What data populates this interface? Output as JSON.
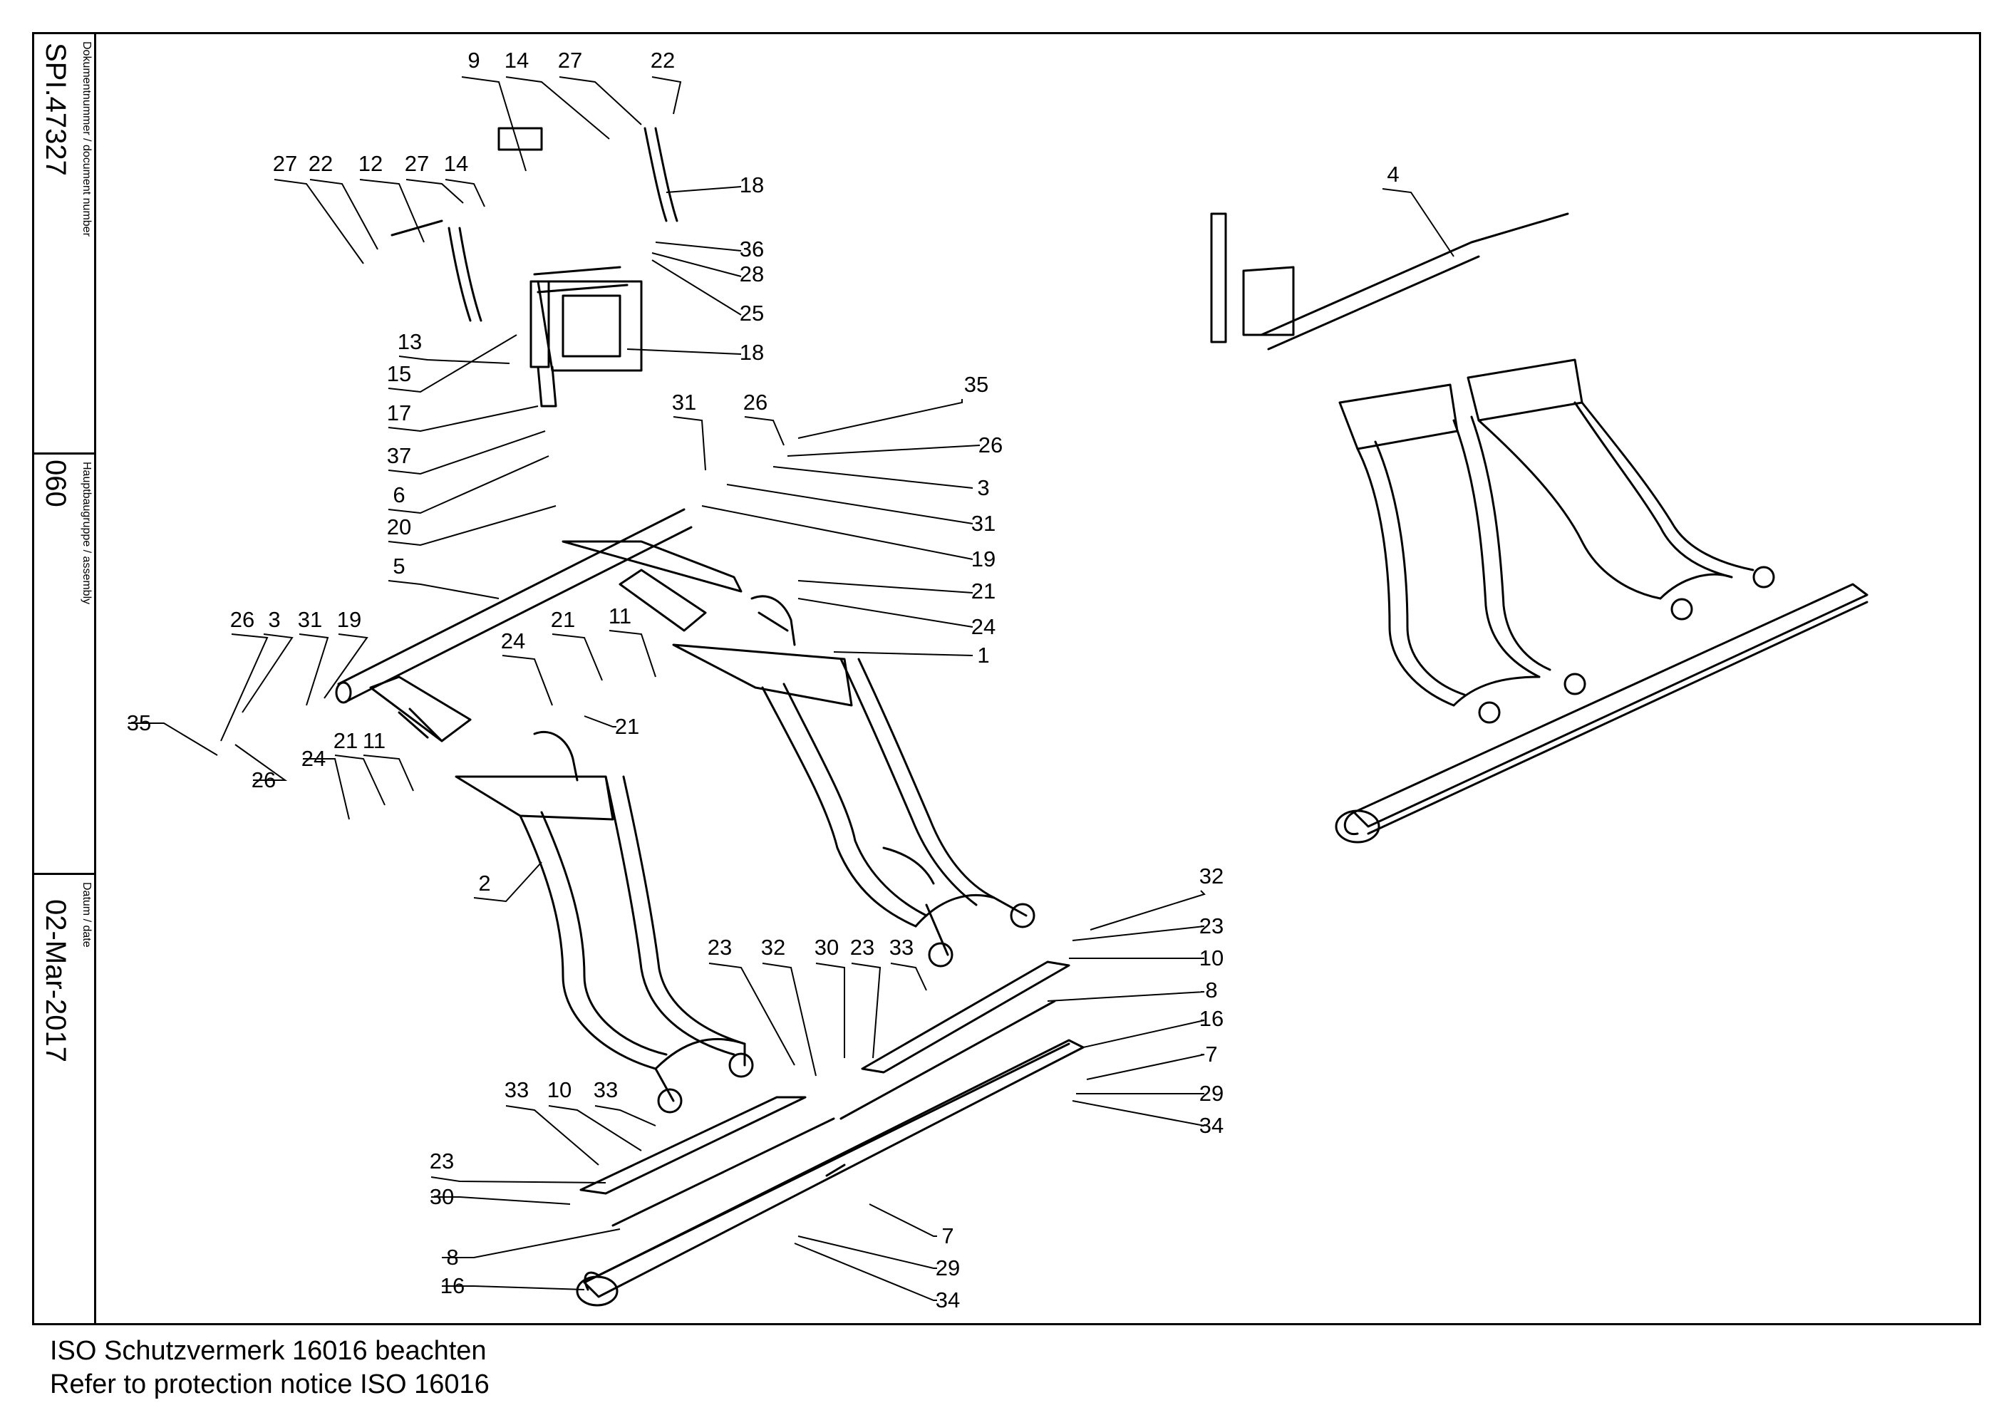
{
  "title_block": {
    "doc_number_label": "Dokumentnummer / document number",
    "doc_number": "SPI.47327",
    "assembly_label": "Hauptbaugruppe / assembly",
    "assembly": "060",
    "date_label": "Datum / date",
    "date": "02-Mar-2017"
  },
  "notice": {
    "line1": "ISO Schutzvermerk 16016 beachten",
    "line2": "Refer to protection notice ISO 16016"
  },
  "callouts": [
    "9",
    "14",
    "27",
    "22",
    "18",
    "27",
    "22",
    "12",
    "27",
    "14",
    "36",
    "28",
    "25",
    "18",
    "13",
    "15",
    "17",
    "37",
    "6",
    "20",
    "5",
    "31",
    "26",
    "35",
    "26",
    "3",
    "31",
    "19",
    "21",
    "24",
    "1",
    "21",
    "11",
    "24",
    "21",
    "26",
    "3",
    "31",
    "19",
    "35",
    "26",
    "24",
    "21",
    "11",
    "2",
    "32",
    "23",
    "10",
    "23",
    "32",
    "30",
    "23",
    "33",
    "8",
    "16",
    "7",
    "29",
    "34",
    "33",
    "10",
    "33",
    "23",
    "30",
    "8",
    "16",
    "7",
    "29",
    "34",
    "4"
  ]
}
